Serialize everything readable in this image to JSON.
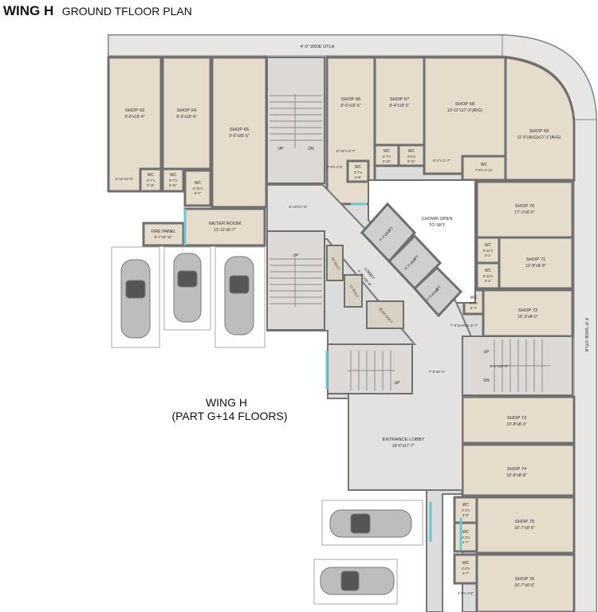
{
  "title": {
    "wing": "WING H",
    "plan": "GROUND TFLOOR PLAN"
  },
  "otla": {
    "top": "4'-0\" WIDE OTLA",
    "right": "4'-0\" WIDE OTLA"
  },
  "wing_label": {
    "line1": "WING H",
    "line2": "(PART G+14 FLOORS)"
  },
  "shops": [
    {
      "name": "SHOP 63",
      "size": "9'-0\"x19'-4\""
    },
    {
      "name": "SHOP 64",
      "size": "8'-0\"x19'-4\""
    },
    {
      "name": "SHOP 65",
      "size": "9'-6\"x26'-5\""
    },
    {
      "name": "SHOP 66",
      "size": "8'-0\"x15'-5\""
    },
    {
      "name": "SHOP 67",
      "size": "8'-4\"x15'-5\""
    },
    {
      "name": "SHOP 68",
      "size": "13'-11\"x17'-3\"(AVG)"
    },
    {
      "name": "SHOP 69",
      "size": "11'-0\"(AVG)x17'-1\"(AVG)"
    },
    {
      "name": "SHOP 70",
      "size": "17'-1\"x9'-6\""
    },
    {
      "name": "SHOP 71",
      "size": "12'-8\"x8'-8\""
    },
    {
      "name": "SHOP 72",
      "size": "15'-3\"x8'-0\""
    },
    {
      "name": "SHOP 73",
      "size": "19'-8\"x8'-0\""
    },
    {
      "name": "SHOP 74",
      "size": "19'-8\"x8'-8\""
    },
    {
      "name": "SHOP 75",
      "size": "16'-7\"x9'-6\""
    },
    {
      "name": "SHOP 76",
      "size": "16'-7\"x9'-6\""
    }
  ],
  "wc": [
    {
      "name": "WC",
      "size1": "3'-7\"x",
      "size2": "3'-11\""
    },
    {
      "name": "WC",
      "size1": "3'-7\"x",
      "size2": "3'-11\""
    },
    {
      "name": "WC",
      "size1": "3'-11\"x",
      "size2": "6'-7\""
    },
    {
      "name": "WC",
      "size1": "4'-7\"x",
      "size2": "3'-11\""
    },
    {
      "name": "WC",
      "size1": "4'-5\"x",
      "size2": "3'-11\""
    },
    {
      "name": "WC",
      "size1": "3'-7\"x",
      "size2": "3'-5\""
    },
    {
      "name": "WC",
      "size1": "7'-5\"x 3'-11\"",
      "size2": ""
    },
    {
      "name": "WC",
      "size1": "3'-11\"x",
      "size2": "4'-1\""
    },
    {
      "name": "WC",
      "size1": "3'-11\"x",
      "size2": "4'-1\""
    },
    {
      "name": "WC",
      "size1": "3'-0\"x",
      "size2": "3'-7\""
    },
    {
      "name": "WC",
      "size1": "4'-3\"x",
      "size2": "4'-5\""
    },
    {
      "name": "WC",
      "size1": "4'-3\"x",
      "size2": "4'-7\""
    },
    {
      "name": "WC",
      "size1": "4'-3\"x",
      "size2": "4'-7\""
    }
  ],
  "rooms": {
    "meter_room": {
      "name": "METER ROOM",
      "size": "13'-11\"x6'-7\""
    },
    "fire_panel": {
      "name": "FIRE PANEL",
      "size": "6'-7\"x3'-11\""
    },
    "entrance_lobby": {
      "name": "ENTRANCE LOBBY",
      "size": "19'-6\"x17'-7\""
    },
    "lobby": {
      "name": "LOBBY",
      "size": "4'-11\"x26'-8\""
    },
    "chowk": {
      "line1": "CHOWK OPEN",
      "line2": "TO SKY"
    },
    "lifts": [
      {
        "name": "LIFT",
        "size": "6'-3\"x6'-7\""
      },
      {
        "name": "LIFT",
        "size": "6'-3\"x6'-7\""
      },
      {
        "name": "LIFT",
        "size": "4'-5\"x5'-11\""
      }
    ],
    "ducts": [
      "FF DUCT",
      "LV DUCT",
      "ELEC DUCT"
    ]
  },
  "dimensions": [
    "4'-11\"x4'-5\"",
    "6'-11\"x 2'-7\"",
    "2'-9\"x 4'-5\"",
    "6'-1\"x 2'-7\"",
    "8'-10\"x7'-5\"",
    "7'-5\"x8'-2\"",
    "7'-0\"(AVG)x 3'-7\"",
    "5'-1\"x10'-2\"",
    "4'-5\"x 4'-5\""
  ],
  "stairs": {
    "up": "UP",
    "dn": "DN"
  },
  "colors": {
    "room_fill": "#e6dccc",
    "wall": "#6f6f6f",
    "stair_fill": "#dcd9d6",
    "lobby_fill": "#e4e2e1",
    "car": "#bdbdbd",
    "glass": "#69c7d0"
  }
}
